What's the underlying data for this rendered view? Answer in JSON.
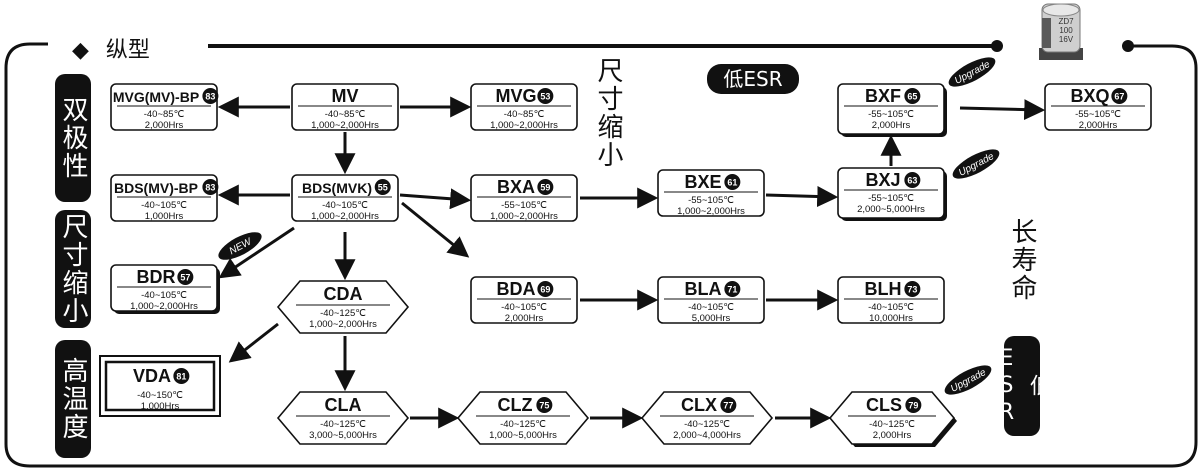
{
  "section": {
    "bullet": "◆",
    "title": "纵型"
  },
  "side_labels": {
    "bipolar": "双极性",
    "size_small_left": "尺寸缩小",
    "high_temp": "高温度",
    "size_small_mid": "尺寸缩小",
    "long_life": "长寿命",
    "low_esr_right": "低ESR"
  },
  "low_esr_top": "低ESR",
  "capacitor_print": [
    "ZD7",
    "100",
    "16V"
  ],
  "nodes": {
    "mvgbp": {
      "name": "MVG(MV)-BP",
      "num": "83",
      "temp": "-40~85℃",
      "life": "2,000Hrs"
    },
    "mv": {
      "name": "MV",
      "num": "",
      "temp": "-40~85℃",
      "life": "1,000~2,000Hrs"
    },
    "mvg": {
      "name": "MVG",
      "num": "53",
      "temp": "-40~85℃",
      "life": "1,000~2,000Hrs"
    },
    "bdsbp": {
      "name": "BDS(MV)-BP",
      "num": "83",
      "temp": "-40~105℃",
      "life": "1,000Hrs"
    },
    "bds": {
      "name": "BDS(MVK)",
      "num": "55",
      "temp": "-40~105℃",
      "life": "1,000~2,000Hrs"
    },
    "bxa": {
      "name": "BXA",
      "num": "59",
      "temp": "-55~105℃",
      "life": "1,000~2,000Hrs"
    },
    "bxe": {
      "name": "BXE",
      "num": "61",
      "temp": "-55~105℃",
      "life": "1,000~2,000Hrs"
    },
    "bxf": {
      "name": "BXF",
      "num": "65",
      "temp": "-55~105℃",
      "life": "2,000Hrs"
    },
    "bxj": {
      "name": "BXJ",
      "num": "63",
      "temp": "-55~105℃",
      "life": "2,000~5,000Hrs"
    },
    "bxq": {
      "name": "BXQ",
      "num": "67",
      "temp": "-55~105℃",
      "life": "2,000Hrs"
    },
    "bdr": {
      "name": "BDR",
      "num": "57",
      "temp": "-40~105℃",
      "life": "1,000~2,000Hrs"
    },
    "cda": {
      "name": "CDA",
      "num": "",
      "temp": "-40~125℃",
      "life": "1,000~2,000Hrs"
    },
    "bda": {
      "name": "BDA",
      "num": "69",
      "temp": "-40~105℃",
      "life": "2,000Hrs"
    },
    "bla": {
      "name": "BLA",
      "num": "71",
      "temp": "-40~105℃",
      "life": "5,000Hrs"
    },
    "blh": {
      "name": "BLH",
      "num": "73",
      "temp": "-40~105℃",
      "life": "10,000Hrs"
    },
    "vda": {
      "name": "VDA",
      "num": "81",
      "temp": "-40~150℃",
      "life": "1,000Hrs"
    },
    "cla": {
      "name": "CLA",
      "num": "",
      "temp": "-40~125℃",
      "life": "3,000~5,000Hrs"
    },
    "clz": {
      "name": "CLZ",
      "num": "75",
      "temp": "-40~125℃",
      "life": "1,000~5,000Hrs"
    },
    "clx": {
      "name": "CLX",
      "num": "77",
      "temp": "-40~125℃",
      "life": "2,000~4,000Hrs"
    },
    "cls": {
      "name": "CLS",
      "num": "79",
      "temp": "-40~125℃",
      "life": "2,000Hrs"
    }
  },
  "badges": {
    "upgrade": "Upgrade",
    "new": "NEW"
  }
}
